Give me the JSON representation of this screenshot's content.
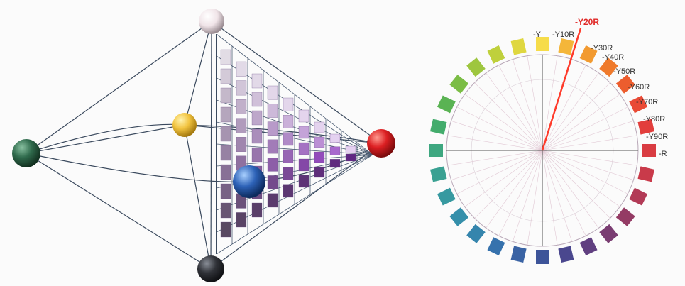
{
  "hue_circle": {
    "labels": [
      {
        "text": "-Y",
        "color": "#e03a30"
      },
      {
        "text": "-Y10R",
        "color": "#333333"
      },
      {
        "text": "-Y20R",
        "color": "#e02a28",
        "highlight": true
      },
      {
        "text": "-Y30R",
        "color": "#333333"
      },
      {
        "text": "-Y40R",
        "color": "#333333"
      },
      {
        "text": "-Y50R",
        "color": "#333333"
      },
      {
        "text": "-Y60R",
        "color": "#333333"
      },
      {
        "text": "-Y70R",
        "color": "#333333"
      },
      {
        "text": "-Y80R",
        "color": "#333333"
      },
      {
        "text": "-Y90R",
        "color": "#333333"
      },
      {
        "text": "-R",
        "color": "#e03a30"
      }
    ],
    "indicator_hue": "-Y20R",
    "indicator_color": "#ff3a2a",
    "ring_colors": [
      "#f6dc4a",
      "#f4b63a",
      "#f29a30",
      "#ef7a2c",
      "#ec5d2e",
      "#e94a35",
      "#e23e3c",
      "#d93c42",
      "#c93a4a",
      "#b23a56",
      "#943b64",
      "#7a3d72",
      "#603f80",
      "#4a478e",
      "#3d5499",
      "#3a63a4",
      "#3672ad",
      "#3585ad",
      "#358faa",
      "#3799a0",
      "#3aa192",
      "#3ea780",
      "#43ac6c",
      "#5ab353",
      "#7bbd45",
      "#9ec63f",
      "#bfd03c",
      "#dfd740"
    ]
  },
  "color_solid": {
    "poles": {
      "white": "#f0e4e8",
      "black": "#303238",
      "yellow": "#f2c440",
      "red": "#dc1f22",
      "green": "#2f6a4c",
      "blue": "#2d62b7"
    },
    "swatch_color": "#8e62ad"
  }
}
